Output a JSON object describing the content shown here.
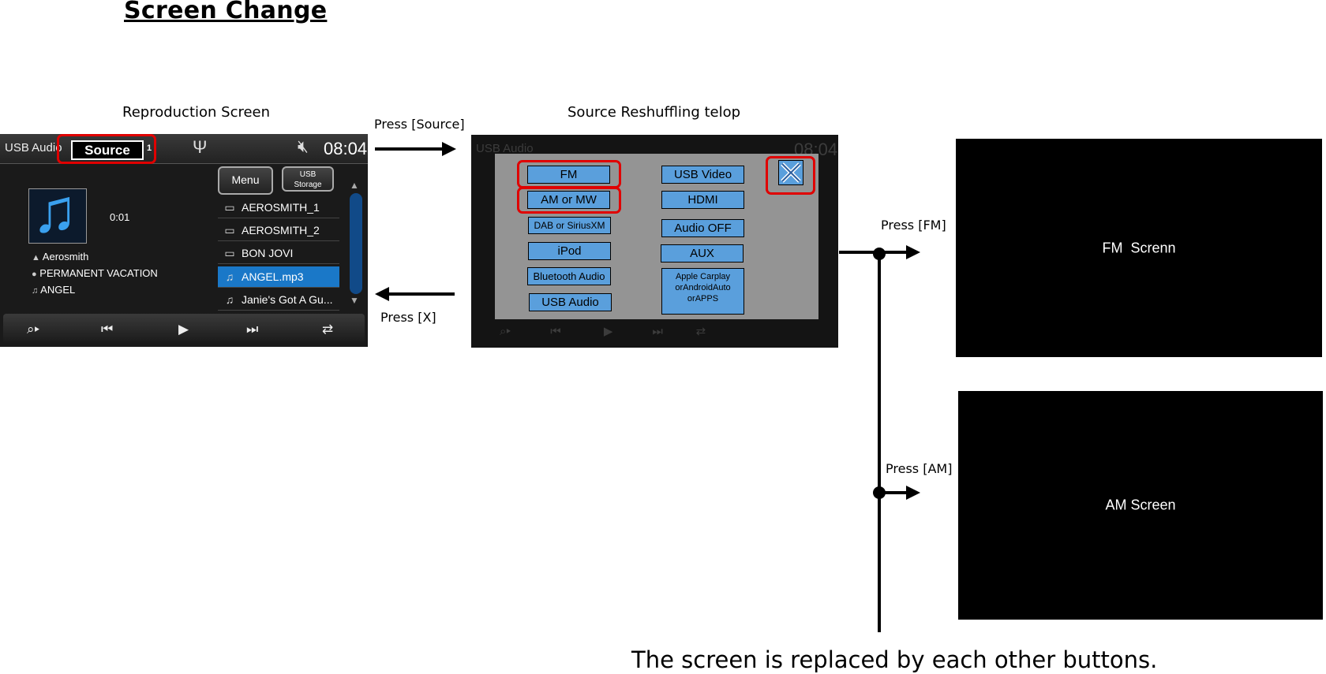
{
  "page_title": "Screen Change",
  "captions": {
    "reproduction": "Reproduction Screen",
    "telop": "Source Reshuffling telop",
    "press_source": "Press [Source]",
    "press_x": "Press [X]",
    "press_fm": "Press [FM]",
    "press_am": "Press [AM]",
    "bottom_note": "The screen is replaced by each other buttons."
  },
  "reproduction_screen": {
    "usb_label": "USB Audio",
    "source_button": "Source",
    "source_number": "1",
    "clock": "08:04",
    "elapsed": "0:01",
    "artist": "Aerosmith",
    "album": "PERMANENT VACATION",
    "track": "ANGEL",
    "menu_button": "Menu",
    "usb_storage_button_line1": "USB",
    "usb_storage_button_line2": "Storage",
    "list": [
      {
        "icon": "folder-icon",
        "label": "AEROSMITH_1",
        "selected": false
      },
      {
        "icon": "folder-icon",
        "label": "AEROSMITH_2",
        "selected": false
      },
      {
        "icon": "folder-icon",
        "label": "BON JOVI",
        "selected": false
      },
      {
        "icon": "music-note-icon",
        "label": "ANGEL.mp3",
        "selected": true
      },
      {
        "icon": "music-note-icon",
        "label": "Janie's Got A Gu...",
        "selected": false
      }
    ],
    "controls": [
      "search-icon",
      "previous-track-icon",
      "play-icon",
      "next-track-icon",
      "repeat-icon"
    ]
  },
  "telop_screen": {
    "ghost_usb_label": "USB Audio",
    "ghost_clock": "08:04",
    "left_column": [
      "FM",
      "AM or MW",
      "DAB or SiriusXM",
      "iPod",
      "Bluetooth Audio",
      "USB Audio"
    ],
    "right_column": [
      "USB Video",
      "HDMI",
      "Audio OFF",
      "AUX"
    ],
    "apple_button_line1": "Apple Carplay",
    "apple_button_line2": "orAndroidAuto",
    "apple_button_line3": "orAPPS",
    "close_icon": "close-icon"
  },
  "fm_screen": "FM  Screnn",
  "am_screen": "AM Screen",
  "colors": {
    "highlight": "#e00000",
    "source_button": "#5a9fdc",
    "panel": "#949494",
    "selected_row": "#1a78c8"
  }
}
